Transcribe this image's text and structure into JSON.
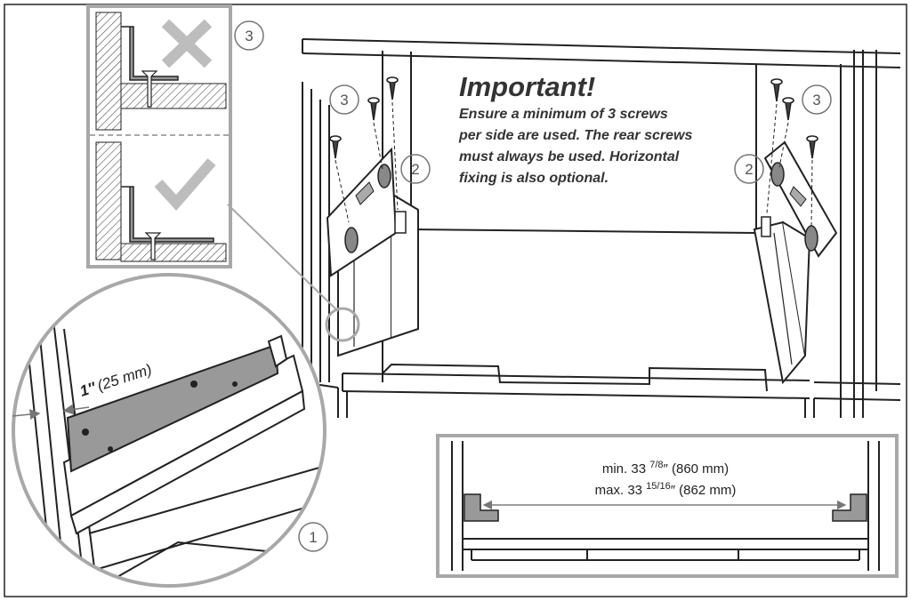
{
  "note": {
    "title": "Important!",
    "lines": [
      "Ensure a minimum of 3 screws",
      "per side are used. The rear screws",
      "must always be used. Horizontal",
      "fixing is also optional."
    ]
  },
  "callouts": {
    "one": "1",
    "two": "2",
    "three": "3"
  },
  "measurements": {
    "edge_offset_num": "1″",
    "edge_offset_unit": "(25 mm)",
    "min_prefix": "min. 33 ",
    "min_frac": "7/8",
    "min_suffix": "″ (860 mm)",
    "max_prefix": "max. 33 ",
    "max_frac": "15/16",
    "max_suffix": "″ (862 mm)"
  },
  "icons": {
    "wrong": "cross-mark-icon",
    "right": "check-mark-icon"
  },
  "colors": {
    "line": "#222222",
    "bracket_fill": "#999999",
    "mark_grey": "#bdbdbd",
    "frame_grey": "#a8a8a8"
  }
}
